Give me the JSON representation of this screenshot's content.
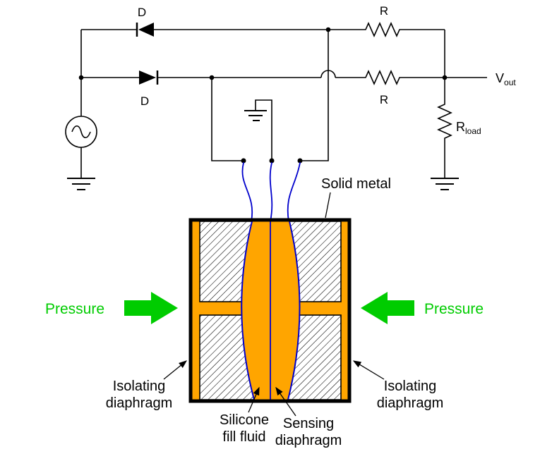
{
  "colors": {
    "wire_black": "#000000",
    "fill_fluid_orange": "#FFA500",
    "pressure_green": "#00CC00",
    "diaphragm_blue": "#0000CC",
    "background": "#FFFFFF"
  },
  "circuit": {
    "diode_top": "D",
    "diode_bottom": "D",
    "resistor_top": "R",
    "resistor_bottom": "R",
    "vout_main": "V",
    "vout_sub": "out",
    "rload_main": "R",
    "rload_sub": "load"
  },
  "sensor": {
    "solid_metal": "Solid metal",
    "pressure_left": "Pressure",
    "pressure_right": "Pressure",
    "isolating_left": {
      "line1": "Isolating",
      "line2": "diaphragm"
    },
    "isolating_right": {
      "line1": "Isolating",
      "line2": "diaphragm"
    },
    "silicone": {
      "line1": "Silicone",
      "line2": "fill fluid"
    },
    "sensing": {
      "line1": "Sensing",
      "line2": "diaphragm"
    }
  }
}
